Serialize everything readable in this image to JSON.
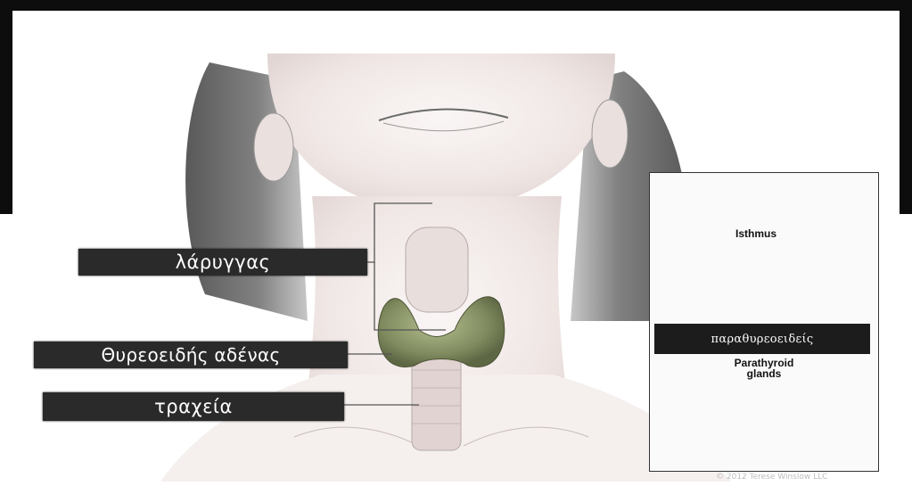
{
  "labels": {
    "larynx": "λάρυγγας",
    "thyroid": "Θυρεοειδής αδένας",
    "trachea": "τραχεία",
    "parathyroid": "παραθυρεοειδείς"
  },
  "inset": {
    "isthmus": "Isthmus",
    "parathyroid_glands_line1": "Parathyroid",
    "parathyroid_glands_line2": "glands"
  },
  "copyright": "© 2012 Terese Winslow LLC",
  "colors": {
    "frame": "#0d0d0d",
    "label_bg": "#2a2a2a",
    "gland": "#8f9a6e",
    "skin": "#f3ecea"
  }
}
